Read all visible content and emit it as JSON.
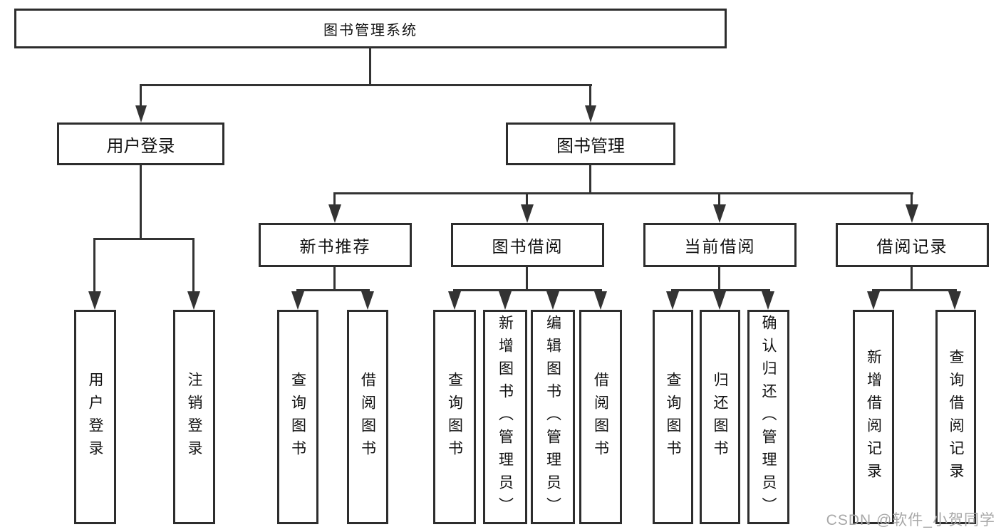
{
  "diagram_title": "图书管理系统",
  "nodes": {
    "root": "图书管理系统",
    "level2": {
      "user": "用户登录",
      "mgmt": "图书管理"
    },
    "level3": {
      "newbook": "新书推荐",
      "borrow": "图书借阅",
      "current": "当前借阅",
      "records": "借阅记录"
    },
    "leaves": {
      "user_login": "用户登录",
      "logout": "注销登录",
      "nb_query": "查询图书",
      "nb_borrow": "借阅图书",
      "bb_query": "查询图书",
      "bb_add": "新增图书（管理员）",
      "bb_edit": "编辑图书（管理员）",
      "bb_borrow": "借阅图书",
      "cb_query": "查询图书",
      "cb_return": "归还图书",
      "cb_confirm": "确认归还（管理员）",
      "br_add": "新增借阅记录",
      "br_query": "查询借阅记录"
    }
  },
  "watermark": {
    "text": "CSDN @软件_小贺同学",
    "color": "#a8a8a8"
  },
  "colors": {
    "line": "#333333",
    "box_border": "#2d2d2d",
    "text": "#111111",
    "background": "#ffffff"
  }
}
